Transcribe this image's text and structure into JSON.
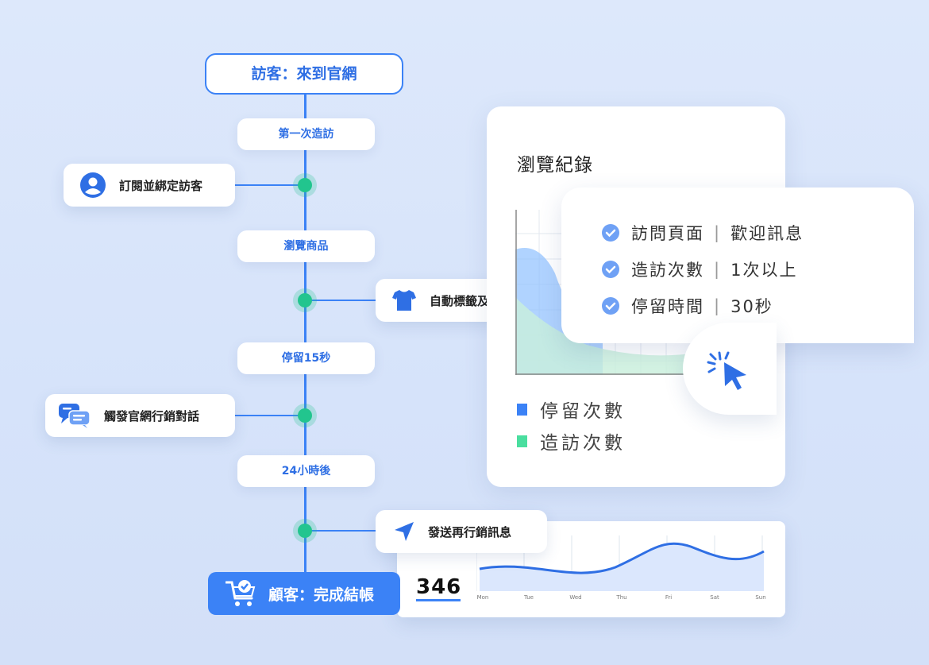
{
  "flow": {
    "start_label": "訪客：來到官網",
    "steps": [
      "第一次造訪",
      "瀏覽商品",
      "停留15秒",
      "24小時後"
    ],
    "actions": [
      "訂閱並綁定訪客",
      "自動標籤及分眾",
      "觸發官網行銷對話",
      "發送再行銷訊息"
    ],
    "end_label": "顧客：完成結帳"
  },
  "browse_panel": {
    "title": "瀏覽紀錄",
    "legend": [
      {
        "label": "停留次數",
        "color": "#3b82f6"
      },
      {
        "label": "造訪次數",
        "color": "#4ade9f"
      }
    ]
  },
  "conditions": [
    {
      "key": "訪問頁面",
      "value": "歡迎訊息"
    },
    {
      "key": "造訪次數",
      "value": "1次以上"
    },
    {
      "key": "停留時間",
      "value": "30秒"
    }
  ],
  "wave_card": {
    "total": "346",
    "days": [
      "Mon",
      "Tue",
      "Wed",
      "Thu",
      "Fri",
      "Sat",
      "Sun"
    ]
  },
  "colors": {
    "accent": "#3b82f6",
    "green": "#22c58e"
  },
  "icons": {
    "subscribe": "user-circle-icon",
    "tag": "shirt-icon",
    "chat": "chat-bubbles-icon",
    "send": "send-arrow-icon",
    "cart": "cart-check-icon",
    "check": "check-circle-icon",
    "click": "click-cursor-icon"
  }
}
